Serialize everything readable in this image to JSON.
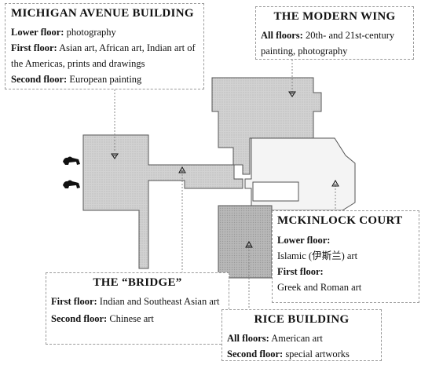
{
  "buildings": {
    "michigan": {
      "title": "MICHIGAN AVENUE BUILDING",
      "floors": [
        {
          "label": "Lower floor:",
          "text": " photography"
        },
        {
          "label": "First floor:",
          "text": " Asian art, African art, Indian art of the Americas, prints and drawings"
        },
        {
          "label": "Second floor:",
          "text": " European painting"
        }
      ]
    },
    "modern": {
      "title": "THE MODERN WING",
      "floors": [
        {
          "label": "All floors:",
          "text": " 20th- and 21st-century painting, photography"
        }
      ]
    },
    "mckinlock": {
      "title": "MCKINLOCK COURT",
      "floors": [
        {
          "label": "Lower floor:",
          "text": "Islamic (伊斯兰) art"
        },
        {
          "label": "First floor:",
          "text": "Greek and Roman art"
        }
      ]
    },
    "bridge": {
      "title": "THE “BRIDGE”",
      "floors": [
        {
          "label": "First floor:",
          "text": " Indian and Southeast Asian art"
        },
        {
          "label": "Second floor:",
          "text": " Chinese art"
        }
      ]
    },
    "rice": {
      "title": "RICE BUILDING",
      "floors": [
        {
          "label": "All floors:",
          "text": " American art"
        },
        {
          "label": "Second floor:",
          "text": " special artworks"
        }
      ]
    }
  }
}
